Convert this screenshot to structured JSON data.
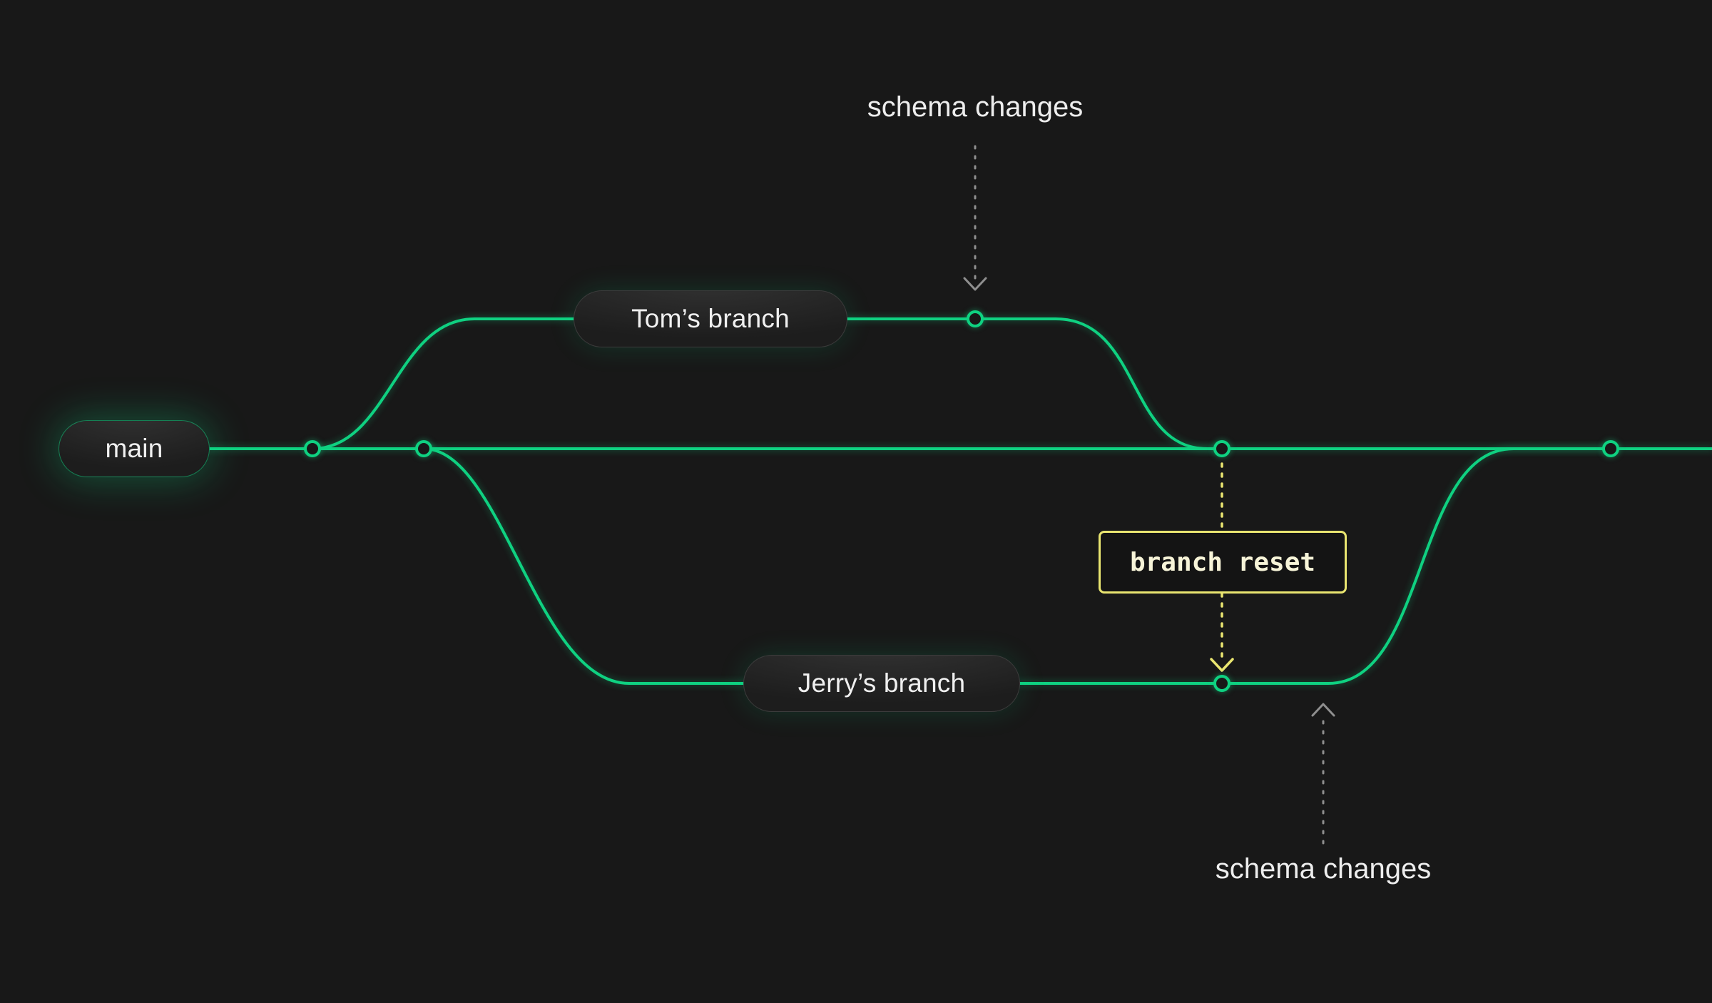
{
  "colors": {
    "bg": "#181818",
    "green": "#0fd181",
    "yellow": "#e9e570",
    "gray_arrow": "#8f8f8f",
    "text": "#f0f0f0",
    "reset_text": "#f7f4d8"
  },
  "branches": {
    "main_label": "main",
    "tom_label": "Tom’s branch",
    "jerry_label": "Jerry’s branch"
  },
  "annotations": {
    "schema_changes_top": "schema changes",
    "schema_changes_bottom": "schema changes",
    "branch_reset": "branch reset"
  }
}
